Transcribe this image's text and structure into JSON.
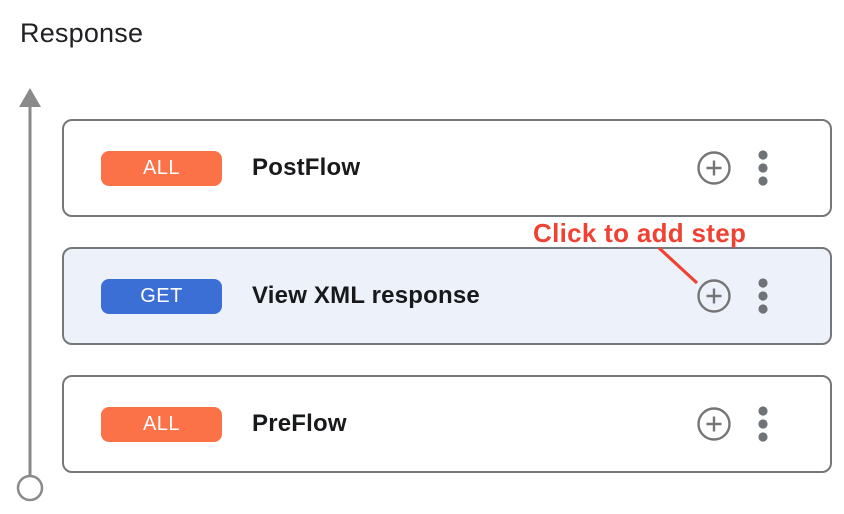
{
  "page": {
    "title": "Response"
  },
  "cards": [
    {
      "verb": "ALL",
      "label": "PostFlow",
      "selected": false
    },
    {
      "verb": "GET",
      "label": "View XML response",
      "selected": true
    },
    {
      "verb": "ALL",
      "label": "PreFlow",
      "selected": false
    }
  ],
  "annotation": {
    "label": "Click to add step"
  },
  "colors": {
    "badge_all_orange": "#FB7249",
    "badge_get_blue": "#3B6FD6",
    "selected_card_bg": "#EDF1FA",
    "card_border_gray": "#75787B",
    "icon_gray": "#757575",
    "connector_gray": "#8A8A8A",
    "annotation_red": "#F04233",
    "title_text": "#202124"
  }
}
